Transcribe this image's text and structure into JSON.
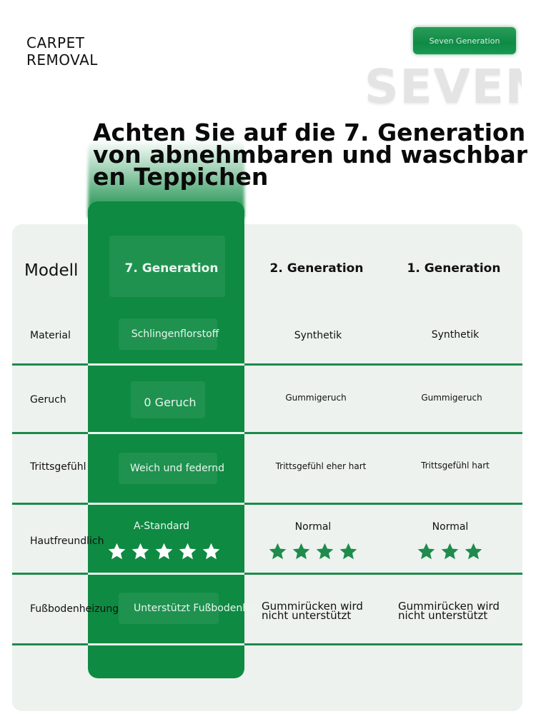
{
  "brand": {
    "line1": "CARPET",
    "line2": "REMOVAL"
  },
  "badge": {
    "label": "Seven Generation"
  },
  "watermark": "SEVEN",
  "headline": "Achten Sie auf die 7. Generation von abnehmbaren und waschbaren Teppichen",
  "table": {
    "row_header": "Modell",
    "columns": [
      "7. Generation",
      "2. Generation",
      "1. Generation"
    ],
    "rows": [
      {
        "label": "Material",
        "values": [
          "Schlingenflorstoff",
          "Synthetik",
          "Synthetik"
        ]
      },
      {
        "label": "Geruch",
        "values": [
          "0 Geruch",
          "Gummigeruch",
          "Gummigeruch"
        ]
      },
      {
        "label": "Trittsgefühl",
        "values": [
          "Weich und federnd",
          "Trittsgefühl eher hart",
          "Trittsgefühl hart"
        ]
      },
      {
        "label": "Hautfreundlich",
        "values": [
          "A-Standard",
          "Normal",
          "Normal"
        ],
        "stars": [
          5,
          4,
          3
        ]
      },
      {
        "label": "Fußbodenheizung",
        "values": [
          "Unterstützt Fußbodenheizung",
          "Gummirücken wird nicht unterstützt",
          "Gummirücken wird nicht unterstützt"
        ]
      }
    ]
  },
  "colors": {
    "accent_green": "#0e8a42",
    "star_green": "#1f8b4c",
    "star_white": "#ffffff"
  }
}
